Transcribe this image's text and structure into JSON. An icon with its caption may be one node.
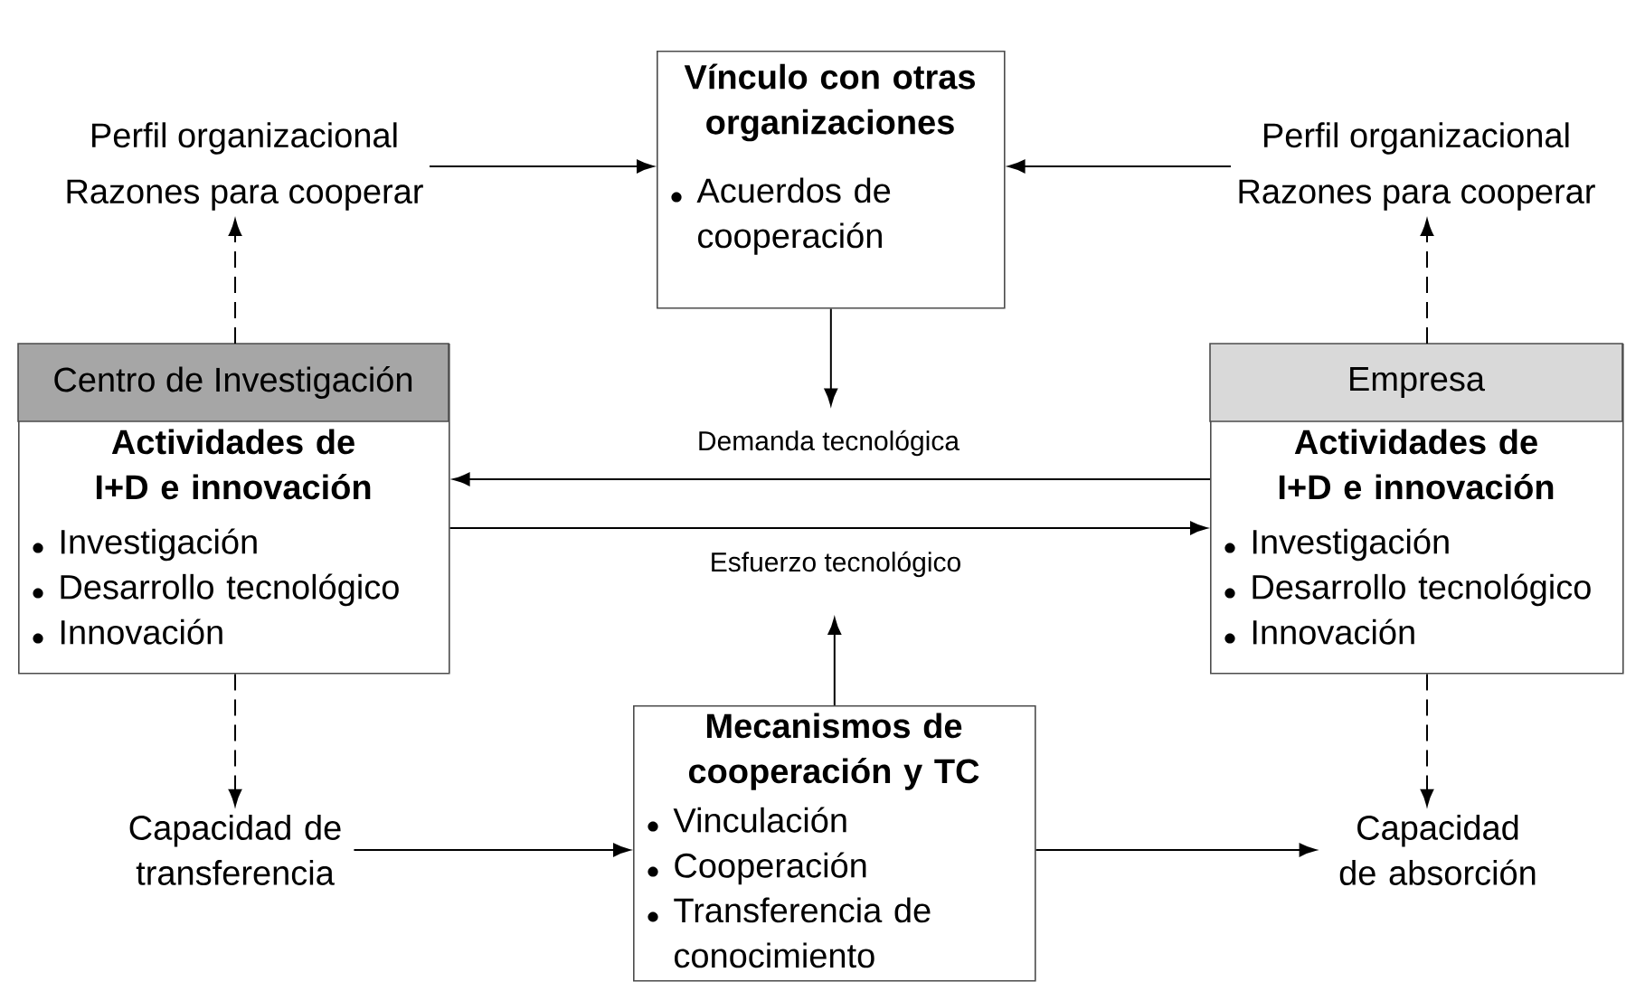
{
  "diagram": {
    "nodes": [
      {
        "text": [
          "Vínculo con otras organizaciones",
          "Acuerdos de cooperación"
        ]
      },
      {
        "text": [
          "Perfil organizacional",
          "Razones para cooperar"
        ]
      },
      {
        "text": [
          "Perfil organizacional",
          "Razones para cooperar"
        ]
      },
      {
        "text": [
          "Centro de Investigación",
          "Actividades de I+D e innovación",
          "Investigación",
          "Desarrollo tecnológico",
          "Innovación"
        ]
      },
      {
        "text": [
          "Empresa",
          "Actividades de I+D e innovación",
          "Investigación",
          "Desarrollo tecnológico",
          "Innovación"
        ]
      },
      {
        "text": [
          "Mecanismos de cooperación y TC",
          "Vinculación",
          "Cooperación",
          "Transferencia de conocimiento"
        ]
      },
      {
        "text": [
          "Capacidad de transferencia"
        ]
      },
      {
        "text": [
          "Capacidad de absorción"
        ]
      }
    ],
    "edges": [
      {
        "from": 1,
        "to": 0,
        "arrow": "to"
      },
      {
        "from": 2,
        "to": 0,
        "arrow": "to"
      },
      {
        "from": 0,
        "to": null,
        "arrow": "to"
      },
      {
        "from": 3,
        "to": 1,
        "arrow": "to",
        "style": "dashed"
      },
      {
        "from": 4,
        "to": 2,
        "arrow": "to",
        "style": "dashed"
      },
      {
        "from": 4,
        "to": 3,
        "arrow": "to",
        "label": "Demanda tecnológica"
      },
      {
        "from": 3,
        "to": 4,
        "arrow": "to",
        "label": "Esfuerzo tecnológico"
      },
      {
        "from": 5,
        "to": null,
        "arrow": "to"
      },
      {
        "from": 3,
        "to": 6,
        "arrow": "to",
        "style": "dashed"
      },
      {
        "from": 4,
        "to": 7,
        "arrow": "to",
        "style": "dashed"
      },
      {
        "from": 6,
        "to": 5,
        "arrow": "to"
      },
      {
        "from": 5,
        "to": 7,
        "arrow": "to"
      }
    ]
  }
}
